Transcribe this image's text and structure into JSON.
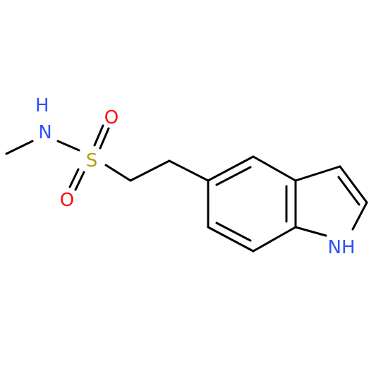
{
  "molecule": {
    "atoms": {
      "amide_n": {
        "symbol": "N",
        "hydrogen": "H",
        "color": "#3050F8"
      },
      "sulfur": {
        "symbol": "S",
        "color": "#B2A110"
      },
      "oxygen_top": {
        "symbol": "O",
        "color": "#FF0D0D"
      },
      "oxygen_bottom": {
        "symbol": "O",
        "color": "#FF0D0D"
      },
      "indole_n": {
        "symbol": "N",
        "hydrogen": "H",
        "color": "#3050F8"
      }
    },
    "bond_color": "#000000"
  }
}
